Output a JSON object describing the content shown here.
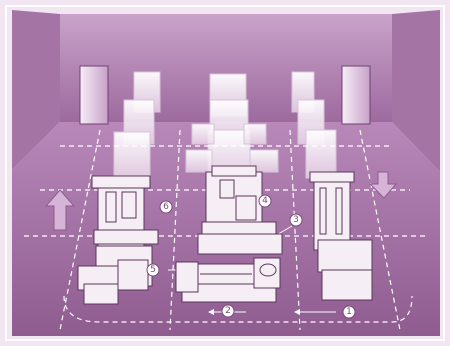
{
  "colors": {
    "frame": "#f1e6f1",
    "wall": "#b27fb3",
    "wall_dark": "#8a5a8b",
    "floor": "#a26ca3",
    "floor_light": "#c99dca",
    "machine": "#f5eef5",
    "machine_line": "#5b365c",
    "dash": "#ffffff",
    "label_ring": "#ffffff",
    "label_text": "#7a4a7a"
  },
  "labels": {
    "n1": "1",
    "n2": "2",
    "n3": "3",
    "n4": "4",
    "n5": "5",
    "n6": "6"
  }
}
